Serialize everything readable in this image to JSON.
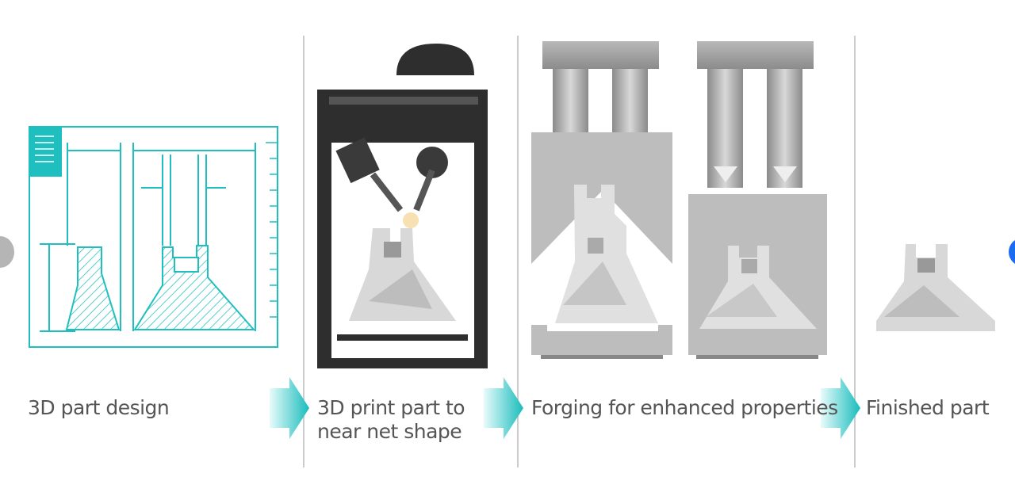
{
  "steps": [
    {
      "label": "3D part design"
    },
    {
      "label_line1": "3D print part to",
      "label_line2": "near net shape"
    },
    {
      "label": "Forging for enhanced properties"
    },
    {
      "label": "Finished part"
    }
  ],
  "colors": {
    "teal": "#1fbfbf",
    "dark": "#2e2e2e",
    "gray": "#a8a8a8",
    "light": "#d4d4d4",
    "nav_prev": "#b5b5b5",
    "nav_next": "#1a6cf0"
  }
}
